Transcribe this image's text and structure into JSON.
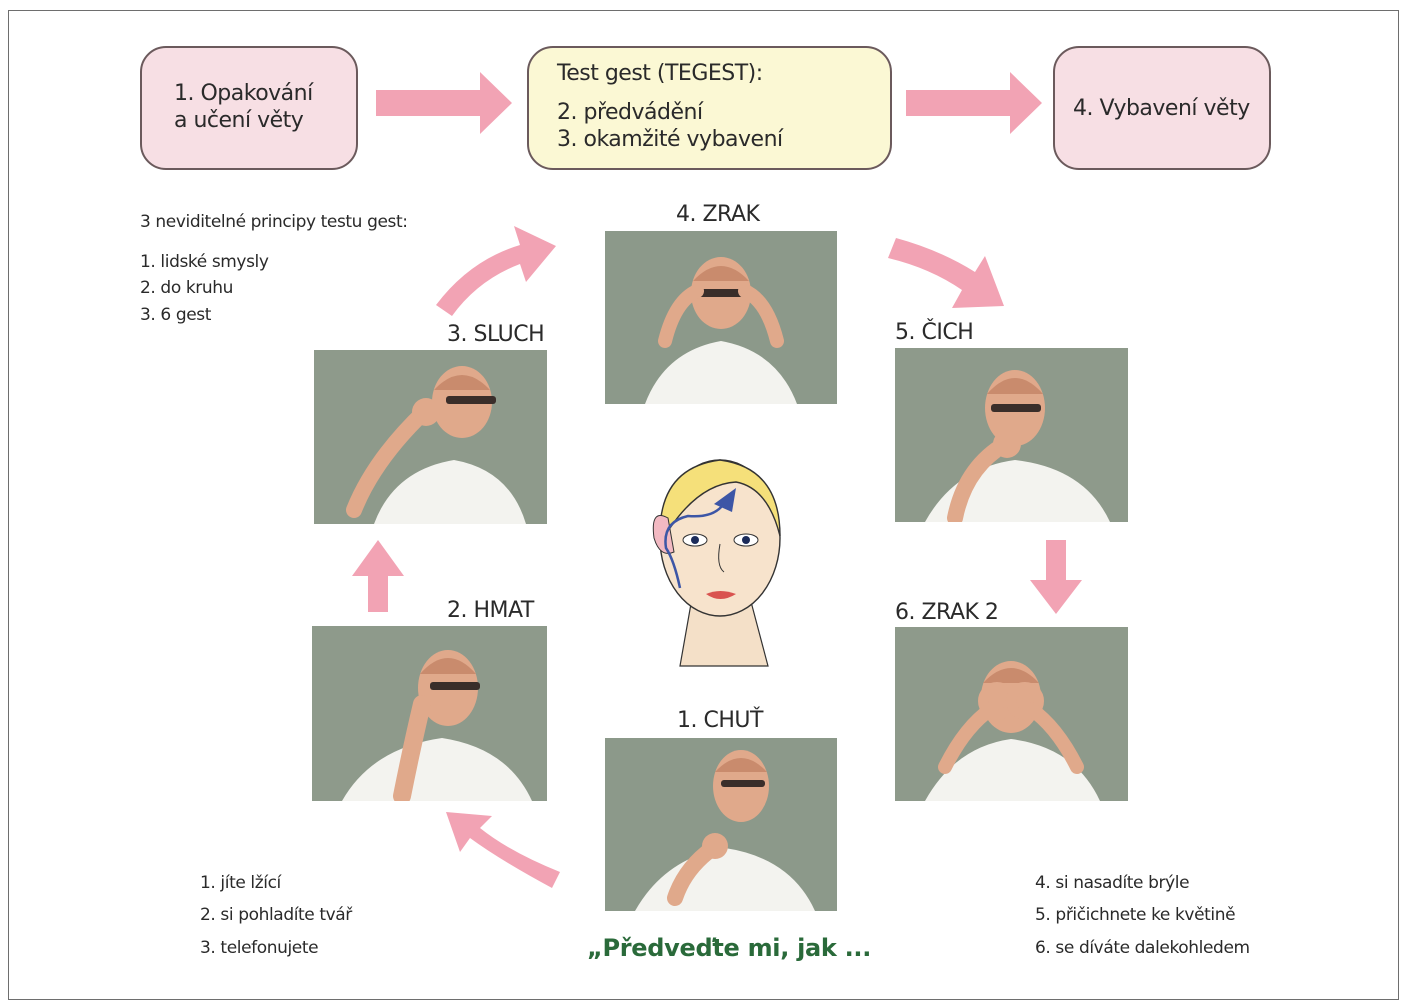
{
  "flow": {
    "step1": {
      "line1": "1. Opakování",
      "line2": "a učení věty"
    },
    "step2": {
      "title": "Test gest (TEGEST):",
      "line1": "2. předvádění",
      "line2": "3. okamžité vybavení"
    },
    "step4": {
      "label": "4. Vybavení věty"
    }
  },
  "principles": {
    "heading": "3 neviditelné principy testu gest:",
    "items": [
      "1. lidské smysly",
      "2. do kruhu",
      "3. 6 gest"
    ]
  },
  "senses": {
    "taste": "1. CHUŤ",
    "touch": "2. HMAT",
    "hearing": "3. SLUCH",
    "sight": "4. ZRAK",
    "smell": "5. ČICH",
    "sight2": "6. ZRAK 2"
  },
  "left_list": [
    "1. jíte lžící",
    "2. si pohladíte tvář",
    "3. telefonujete"
  ],
  "right_list": [
    "4. si nasadíte brýle",
    "5. přičichnete ke květině",
    "6. se díváte dalekohledem"
  ],
  "prompt": "„Předveďte mi, jak ...",
  "colors": {
    "arrow": "#f2a3b4",
    "pink_box": "#f7dfe4",
    "yellow_box": "#fbf8d4",
    "prompt_text": "#2a6a3a"
  }
}
